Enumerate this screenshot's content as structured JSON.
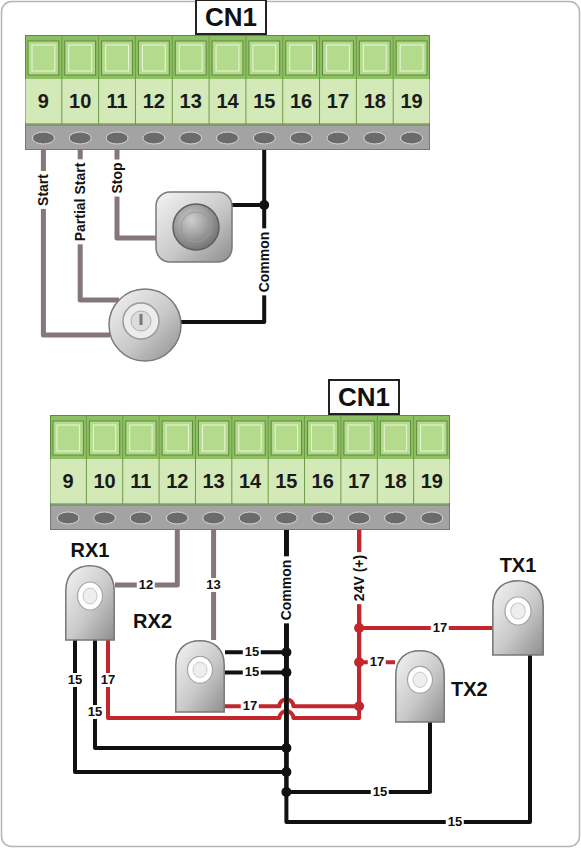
{
  "diagram": {
    "nodes": [
      {
        "text": [
          "CN1"
        ]
      },
      {
        "text": [
          "9",
          "10",
          "11",
          "12",
          "13",
          "14",
          "15",
          "16",
          "17",
          "18",
          "19"
        ]
      },
      {
        "text": [
          "CN1"
        ]
      },
      {
        "text": [
          "9",
          "10",
          "11",
          "12",
          "13",
          "14",
          "15",
          "16",
          "17",
          "18",
          "19"
        ]
      },
      {
        "text": [
          "RX1"
        ]
      },
      {
        "text": [
          "TX1"
        ]
      },
      {
        "text": [
          "RX2"
        ]
      },
      {
        "text": [
          "TX2"
        ]
      }
    ],
    "edges": [
      {
        "from": 4,
        "to": 3,
        "label": "12",
        "arrow": "none"
      },
      {
        "from": 6,
        "to": 3,
        "label": "13",
        "arrow": "none"
      },
      {
        "from": 4,
        "to": 3,
        "label": "15",
        "arrow": "none"
      },
      {
        "from": 4,
        "to": 3,
        "label": "15",
        "arrow": "none"
      },
      {
        "from": 4,
        "to": 3,
        "label": "17",
        "arrow": "none"
      },
      {
        "from": 6,
        "to": 3,
        "label": "17",
        "arrow": "none"
      },
      {
        "from": 6,
        "to": 3,
        "label": "15",
        "arrow": "none"
      },
      {
        "from": 6,
        "to": 3,
        "label": "15",
        "arrow": "none"
      },
      {
        "from": 5,
        "to": 3,
        "label": "17",
        "arrow": "none"
      },
      {
        "from": 7,
        "to": 3,
        "label": "17",
        "arrow": "none"
      },
      {
        "from": 7,
        "to": 3,
        "label": "15",
        "arrow": "none"
      },
      {
        "from": 5,
        "to": 3,
        "label": "15",
        "arrow": "none"
      }
    ],
    "labels": [
      "Start",
      "Partial Start",
      "Stop",
      "Common",
      "Common",
      "24V (+)"
    ]
  }
}
